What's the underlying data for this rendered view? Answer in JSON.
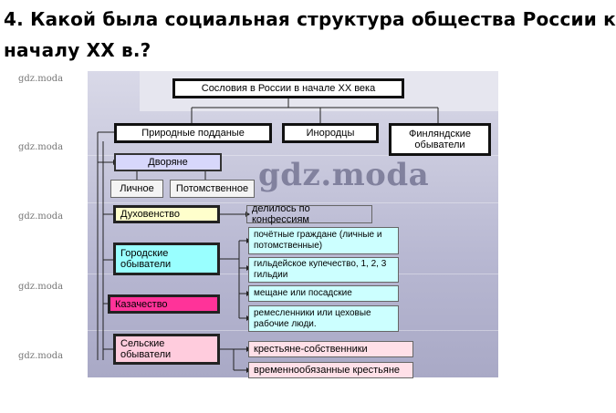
{
  "question": {
    "line1": "4. Какой была социальная структура общества России к",
    "line2": "началу XX в.?"
  },
  "watermark": {
    "small": "gdz.moda",
    "big": "gdz.moda"
  },
  "diagram": {
    "root": "Сословия в России в начале XX века",
    "top_level": {
      "natural": "Природные подданые",
      "foreign": "Инородцы",
      "finnish": "Финляндские обыватели"
    },
    "nobility": {
      "label": "Дворяне",
      "personal": "Личное",
      "hereditary": "Потомственное"
    },
    "clergy": {
      "label": "Духовенство",
      "note": "делилось по конфессиям"
    },
    "townspeople": {
      "label": "Городские обыватели",
      "items": [
        "почётные граждане (личные и потомственные)",
        "гильдейское купечество,  1, 2, 3 гильдии",
        "мещане или посадские",
        "ремесленники или цеховые рабочие люди."
      ]
    },
    "cossacks": {
      "label": "Казачество"
    },
    "rural": {
      "label": "Сельские обыватели",
      "items": [
        "крестьяне-собственники",
        "временнообязанные крестьяне"
      ]
    },
    "colors": {
      "nobility": "#d7d7fb",
      "clergy": "#ffffcc",
      "townspeople": "#99ffff",
      "cossacks": "#ff3399",
      "rural": "#ffccdd",
      "town_items": "#ccffff",
      "rural_items": "#ffe0e8"
    }
  }
}
